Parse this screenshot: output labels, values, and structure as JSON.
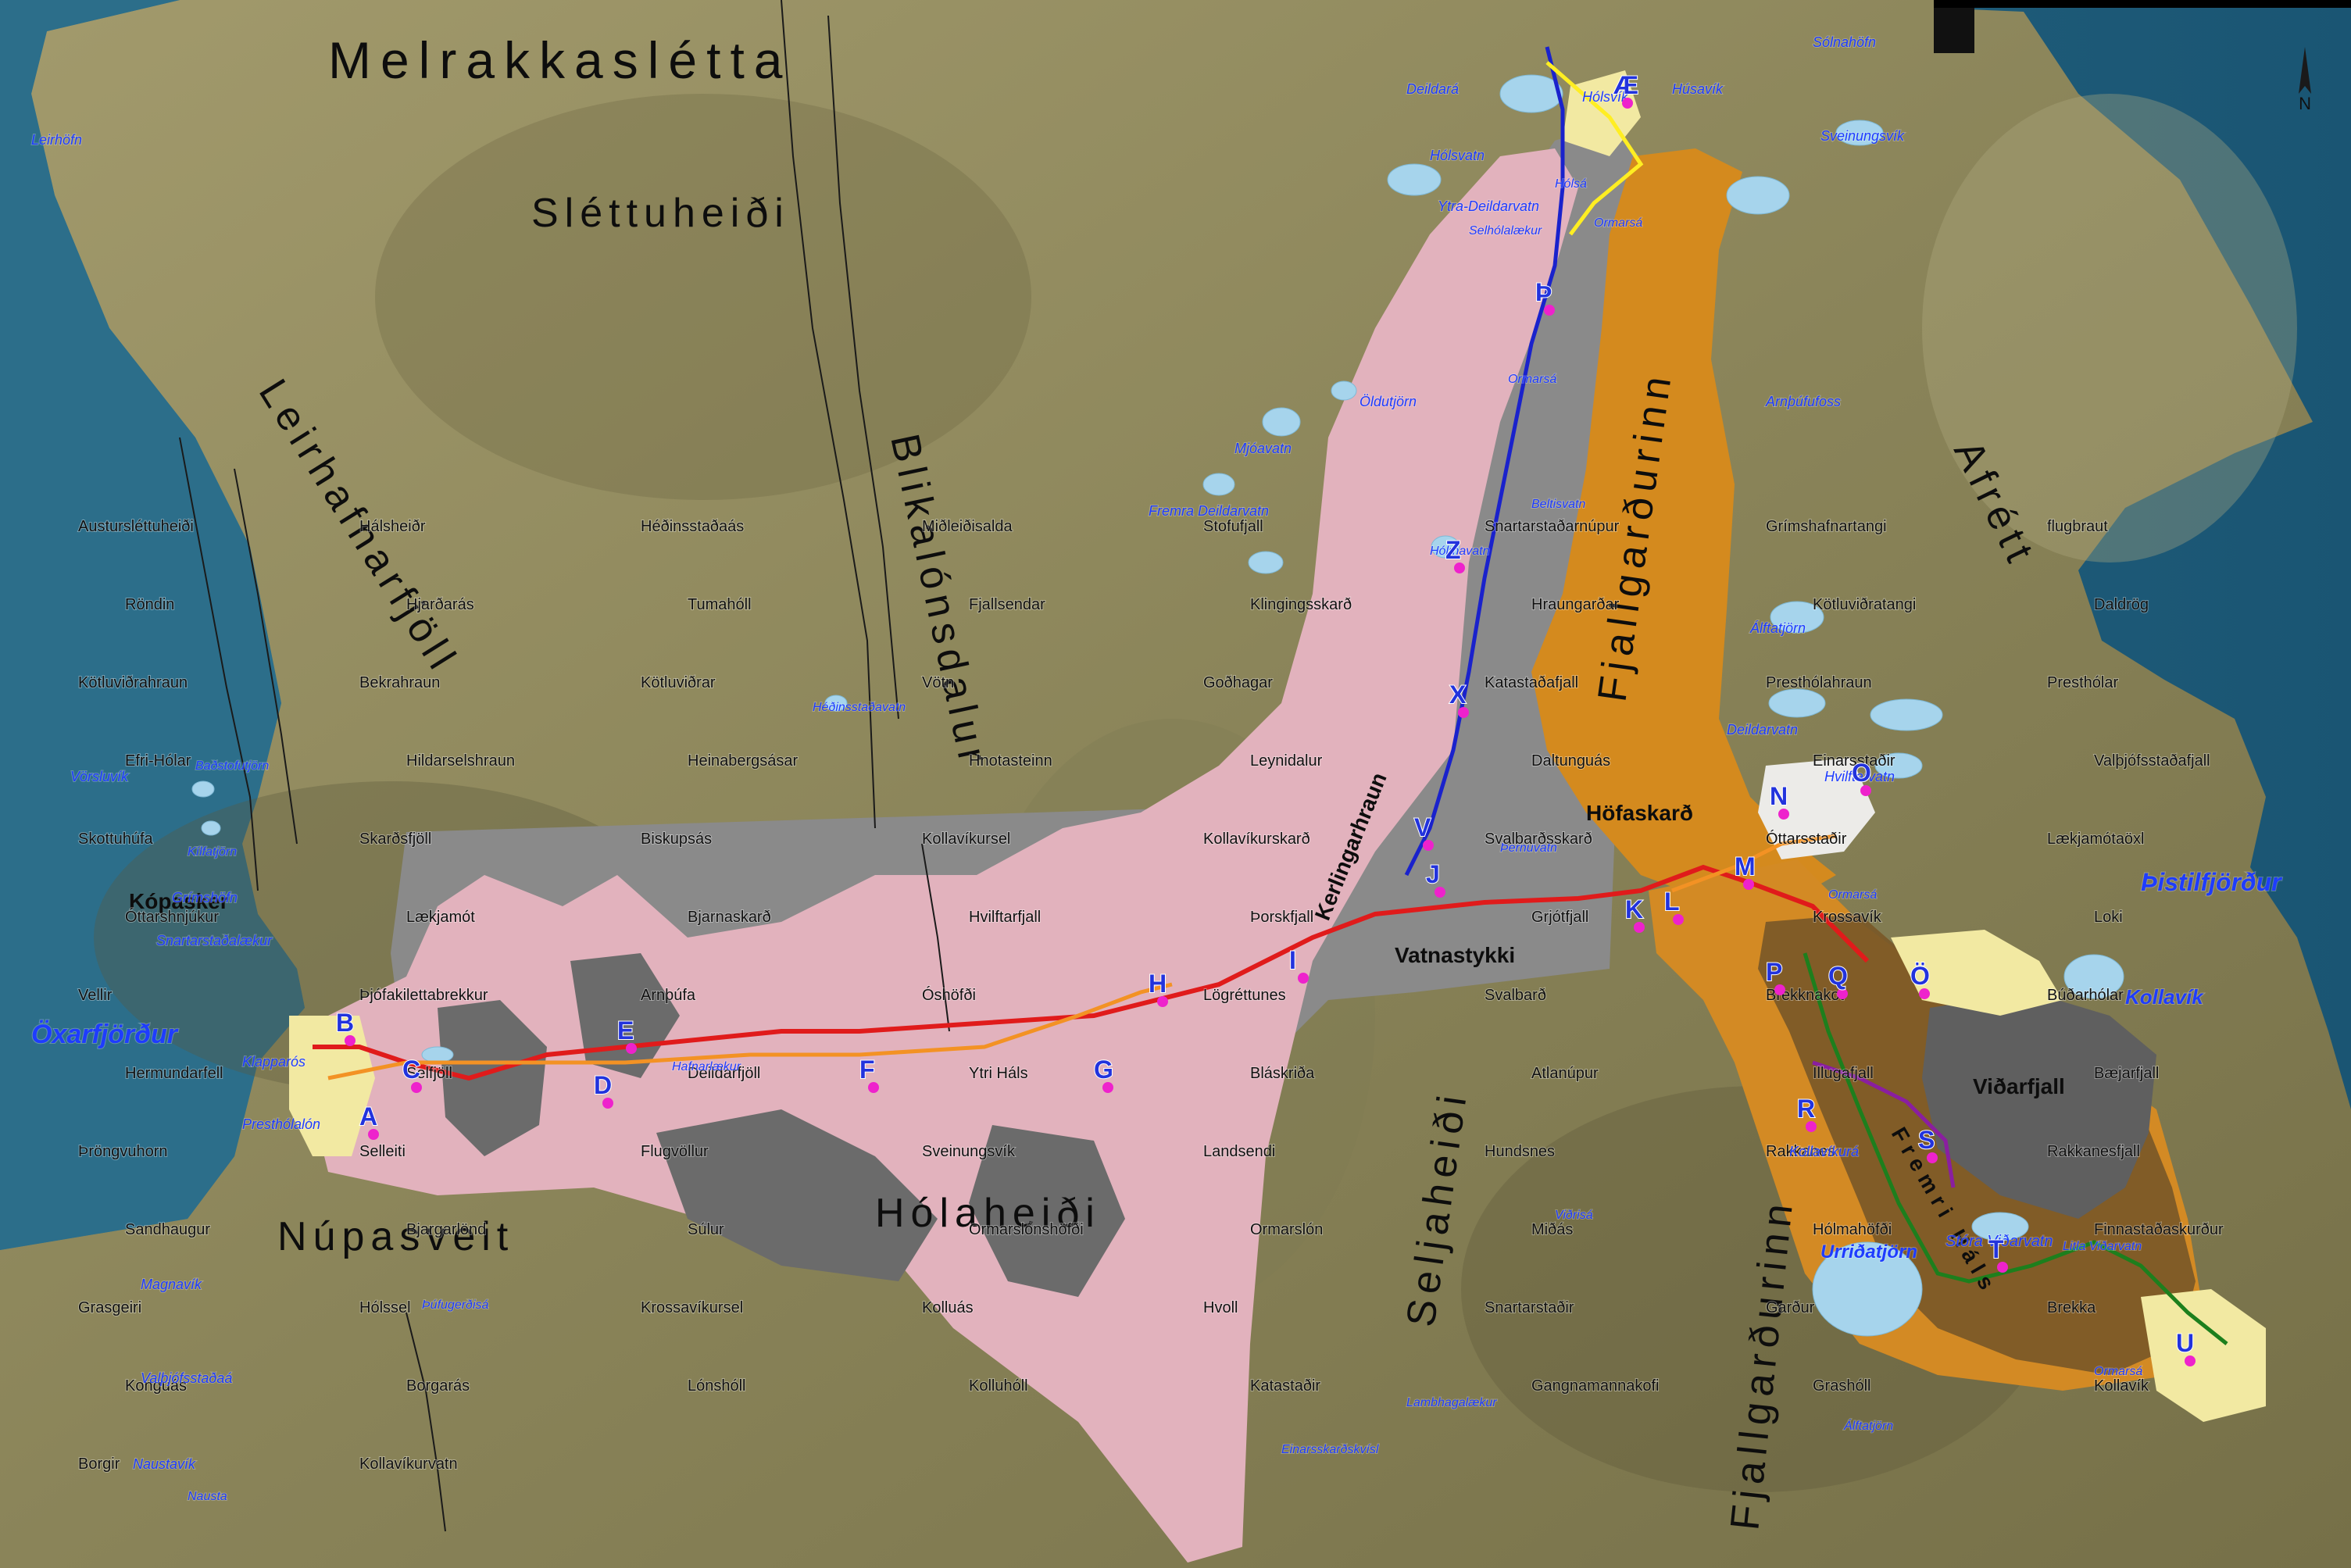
{
  "colors": {
    "land_light": "#9a9468",
    "land_mid": "#837d55",
    "land_dark": "#6d6845",
    "sea": "#2d6f8c",
    "sea_deep": "#164a66",
    "lake": "#a8d6ee",
    "pink_lava": "#e4b4be",
    "gray_area": "#8c8c8c",
    "dark_gray": "#606060",
    "orange_area": "#d48a1e",
    "brown_area": "#7c5a2a",
    "cream_area": "#f5eda8",
    "route_red": "#e01b1b",
    "route_orange": "#f39224",
    "route_blue": "#1a22cc",
    "route_yellow": "#ffee22",
    "route_green": "#1d7f1d",
    "route_purple": "#8a1ea0",
    "marker_magenta": "#ee22cc",
    "marker_letter": "#2233dd",
    "water_label": "#1e3cff"
  },
  "regions": [
    {
      "name": "Melrakkaslétta",
      "size": "xl",
      "spaced": true
    },
    {
      "name": "Sléttuheiði",
      "size": "l",
      "spaced": true
    },
    {
      "name": "Leirhafnarfjöll",
      "size": "l",
      "spaced": true
    },
    {
      "name": "Blikalónsdalur",
      "size": "l",
      "spaced": true
    },
    {
      "name": "Hólaheiði",
      "size": "l",
      "spaced": true
    },
    {
      "name": "Núpasveit",
      "size": "l",
      "spaced": true
    },
    {
      "name": "Fjallgarðurinn",
      "size": "l",
      "spaced": true
    },
    {
      "name": "Fjallgarðurinn",
      "size": "l",
      "spaced": true
    },
    {
      "name": "Afrétt",
      "size": "l",
      "spaced": true
    },
    {
      "name": "Seljaheiði",
      "size": "l",
      "spaced": true
    },
    {
      "name": "Viðarfjall",
      "size": "m",
      "spaced": false
    },
    {
      "name": "Höfaskarð",
      "size": "m",
      "spaced": false
    },
    {
      "name": "Kerlingarhraun",
      "size": "m",
      "spaced": false
    },
    {
      "name": "Vatnastykki",
      "size": "m",
      "spaced": false
    },
    {
      "name": "Fremri Háls",
      "size": "m",
      "spaced": true
    },
    {
      "name": "Kópasker",
      "size": "m",
      "spaced": false
    }
  ],
  "places": [
    "Austursléttuheiði",
    "Hálsheiðr",
    "Héðinsstaðaás",
    "Miðleiðisalda",
    "Stofufjall",
    "Snartarstaðarnúpur",
    "Grímshafnartangi",
    "flugbraut",
    "Röndin",
    "Hjarðarás",
    "Tumahóll",
    "Fjallsendar",
    "Klingingsskarð",
    "Hraungarðar",
    "Kötluviðratangi",
    "Daldrög",
    "Kötluviðrahraun",
    "Bekrahraun",
    "Kötluviðrar",
    "Vötn",
    "Goðhagar",
    "Katastaðafjall",
    "Presthólahraun",
    "Presthólar",
    "Efri-Hólar",
    "Hildarselshraun",
    "Heinabergsásar",
    "Hnotasteinn",
    "Leynidalur",
    "Daltunguás",
    "Einarsstaðir",
    "Valþjófsstaðafjall",
    "Skottuhúfa",
    "Skarðsfjöll",
    "Biskupsás",
    "Kollavíkursel",
    "Kollavíkurskarð",
    "Svalbarðsskarð",
    "Óttarsstaðir",
    "Lækjamótaöxl",
    "Óttarshnjúkur",
    "Lækjamót",
    "Bjarnaskarð",
    "Hvilftarfjall",
    "Þorskfjall",
    "Grjótfjall",
    "Krossavík",
    "Loki",
    "Vellir",
    "Þjófakilettabrekkur",
    "Arnþúfa",
    "Óshöfði",
    "Lögréttunes",
    "Svalbarð",
    "Brekknakot",
    "Búðarhólar",
    "Hermundarfell",
    "Selfjöll",
    "Deildarfjöll",
    "Ytri Háls",
    "Bláskriða",
    "Atlanúpur",
    "Illugafjall",
    "Bæjarfjall",
    "Þröngvuhorn",
    "Selleiti",
    "Flugvöllur",
    "Sveinungsvík",
    "Landsendi",
    "Hundsnes",
    "Rakkanes",
    "Rakkanesfjall",
    "Sandhaugur",
    "Bjargarlönd",
    "Súlur",
    "Ormarslónshöfði",
    "Ormarslón",
    "Miðás",
    "Hólmahöfði",
    "Finnastaðaskurður",
    "Grasgeiri",
    "Hólssel",
    "Krossavíkursel",
    "Kolluás",
    "Hvoll",
    "Snartarstaðir",
    "Garður",
    "Brekka",
    "Konguás",
    "Borgarás",
    "Lónshóll",
    "Kolluhóll",
    "Katastaðir",
    "Gangnamannakofi",
    "Grashóll",
    "Kollavík",
    "Borgir",
    "Kollavíkurvatn"
  ],
  "water_labels": [
    "Öxarfjörður",
    "Þistilfjörður",
    "Kollavík",
    "Leirhöfn",
    "Vörsluvík",
    "Baðstofutjörn",
    "Kílfatjörn",
    "Grímshöfn",
    "Snartarstaðalækur",
    "Klapparós",
    "Presthólalón",
    "Magnavík",
    "Valþjófsstaðaá",
    "Naustavík",
    "Nausta",
    "Þúfugerðisá",
    "Hólsvík",
    "Húsavík",
    "Sólnahöfn",
    "Sveinungsvík",
    "Deildará",
    "Hólsvatn",
    "Ytra-Deildarvatn",
    "Selhólalækur",
    "Hólsá",
    "Ormarsá",
    "Ormarsá",
    "Öldutjörn",
    "Mjóavatn",
    "Fremra Deildarvatn",
    "Hólmavatn",
    "Héðinsstaðavatn",
    "Beltisvatn",
    "Arnþúfufoss",
    "Álftatjörn",
    "Deildarvatn",
    "Hvilftarvatn",
    "Þernuvatn",
    "Ormarsá",
    "Kollavíkurá",
    "Urriðatjörn",
    "Stóra Viðarvatn",
    "Litla Viðarvatn",
    "Viðrisá",
    "Lambhagalækur",
    "Einarsskarðskvísl",
    "Ormarsá",
    "Hafnarlækur",
    "Álftatjörn"
  ],
  "markers": [
    "A",
    "B",
    "C",
    "D",
    "E",
    "F",
    "G",
    "H",
    "I",
    "J",
    "K",
    "L",
    "M",
    "N",
    "O",
    "P",
    "Q",
    "R",
    "S",
    "T",
    "U",
    "V",
    "X",
    "Z",
    "Þ",
    "Æ",
    "Ö"
  ],
  "north_arrow": {
    "label": "N"
  }
}
